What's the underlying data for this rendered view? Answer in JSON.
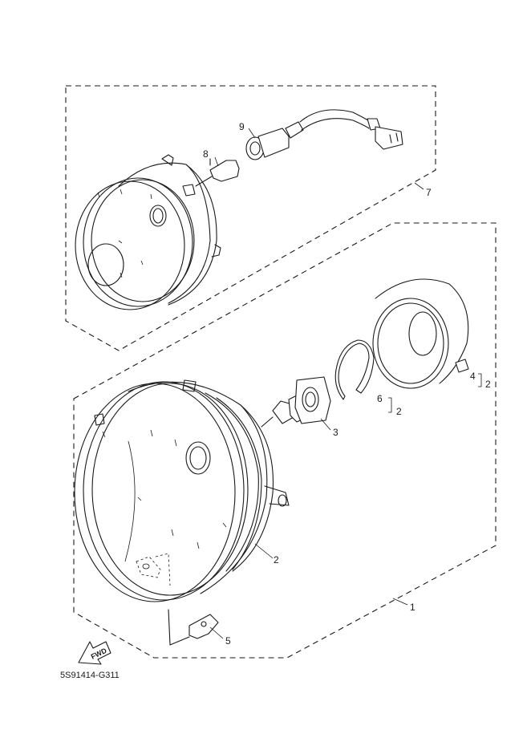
{
  "diagram": {
    "part_labels": {
      "p1": "1",
      "p2a": "2",
      "p2b": "2",
      "p2c": "2",
      "p3": "3",
      "p4": "4",
      "p5": "5",
      "p6": "6",
      "p7": "7",
      "p8": "8",
      "p9": "9"
    },
    "fwd_label": "FWD",
    "drawing_code": "5S91414-G311"
  }
}
